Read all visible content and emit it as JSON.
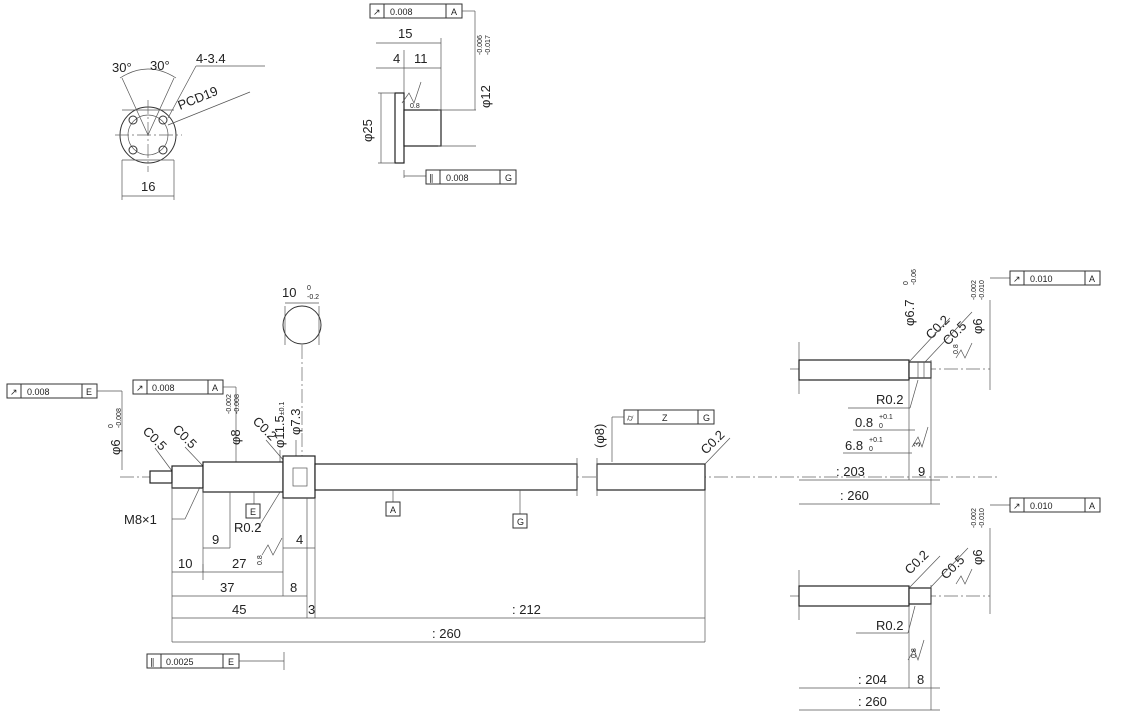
{
  "end_view": {
    "angle_left": "30°",
    "angle_right": "30°",
    "holes": "4-3.4",
    "pcd": "PCD19",
    "width": "16"
  },
  "flange_view": {
    "fcf_top": {
      "symbol": "↗",
      "tolerance": "0.008",
      "datum": "A"
    },
    "dim_15": "15",
    "dim_4": "4",
    "dim_11": "11",
    "dia_25": "φ25",
    "dia_12": "φ12",
    "dia_12_upper": "-0.006",
    "dia_12_lower": "-0.017",
    "surface_ra": "0.8",
    "fcf_bottom": {
      "symbol": "∥",
      "tolerance": "0.008",
      "datum": "G"
    }
  },
  "main_view": {
    "section_dim": "10",
    "section_tol_upper": "0",
    "section_tol_lower": "-0.2",
    "fcf_left": {
      "symbol": "↗",
      "tolerance": "0.008",
      "datum": "E"
    },
    "fcf_mid": {
      "symbol": "↗",
      "tolerance": "0.008",
      "datum": "A"
    },
    "dia_6": "φ6",
    "dia_6_upper": "0",
    "dia_6_lower": "-0.008",
    "c05_a": "C0.5",
    "c05_b": "C0.5",
    "dia_8": "φ8",
    "dia_8_upper": "-0.002",
    "dia_8_lower": "-0.008",
    "c02": "C0.2",
    "dia_115": "φ11.5",
    "dia_115_tol": "±0.1",
    "dia_73": "φ7.3",
    "paren_dia8": "(φ8)",
    "fcf_right": {
      "symbol": "⌭",
      "tolerance": "Z",
      "datum": "G"
    },
    "c02_right": "C0.2",
    "datum_e": "E",
    "datum_a": "A",
    "datum_g": "G",
    "thread": "M8×1",
    "r02": "R0.2",
    "ra": "0.8",
    "dim_9": "9",
    "dim_27": "27",
    "dim_4": "4",
    "dim_10": "10",
    "dim_37": "37",
    "dim_8": "8",
    "dim_45": "45",
    "dim_3": "3",
    "dim_212": ": 212",
    "dim_260": ": 260",
    "fcf_bottom": {
      "symbol": "∥",
      "tolerance": "0.0025",
      "datum": "E"
    }
  },
  "detail_top": {
    "dia_67": "φ6.7",
    "dia_67_upper": "0",
    "dia_67_lower": "-0.06",
    "c02": "C0.2",
    "c05": "C0.5",
    "dia_6": "φ6",
    "dia_6_upper": "-0.002",
    "dia_6_lower": "-0.010",
    "fcf": {
      "symbol": "↗",
      "tolerance": "0.010",
      "datum": "A"
    },
    "r02": "R0.2",
    "dim_08": "0.8",
    "dim_08_tol_upper": "+0.1",
    "dim_08_tol_lower": "0",
    "dim_68": "6.8",
    "dim_68_tol_upper": "+0.1",
    "dim_68_tol_lower": "0",
    "dim_3": "3",
    "ra": "0.8",
    "dim_203": ": 203",
    "dim_9": "9",
    "dim_260": ": 260"
  },
  "detail_bottom": {
    "c02": "C0.2",
    "c05": "C0.5",
    "dia_6": "φ6",
    "dia_6_upper": "-0.002",
    "dia_6_lower": "-0.010",
    "fcf": {
      "symbol": "↗",
      "tolerance": "0.010",
      "datum": "A"
    },
    "r02": "R0.2",
    "ra": "0.8",
    "dim_204": ": 204",
    "dim_8": "8",
    "dim_260": ": 260"
  }
}
